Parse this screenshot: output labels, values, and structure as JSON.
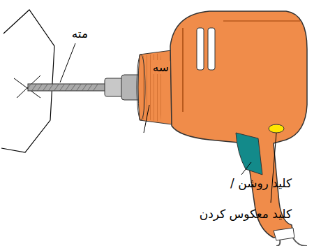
{
  "diagram": {
    "labels": [
      "مته",
      "سه",
      "کلید روشن /",
      "کلید معکوس کردن"
    ]
  }
}
